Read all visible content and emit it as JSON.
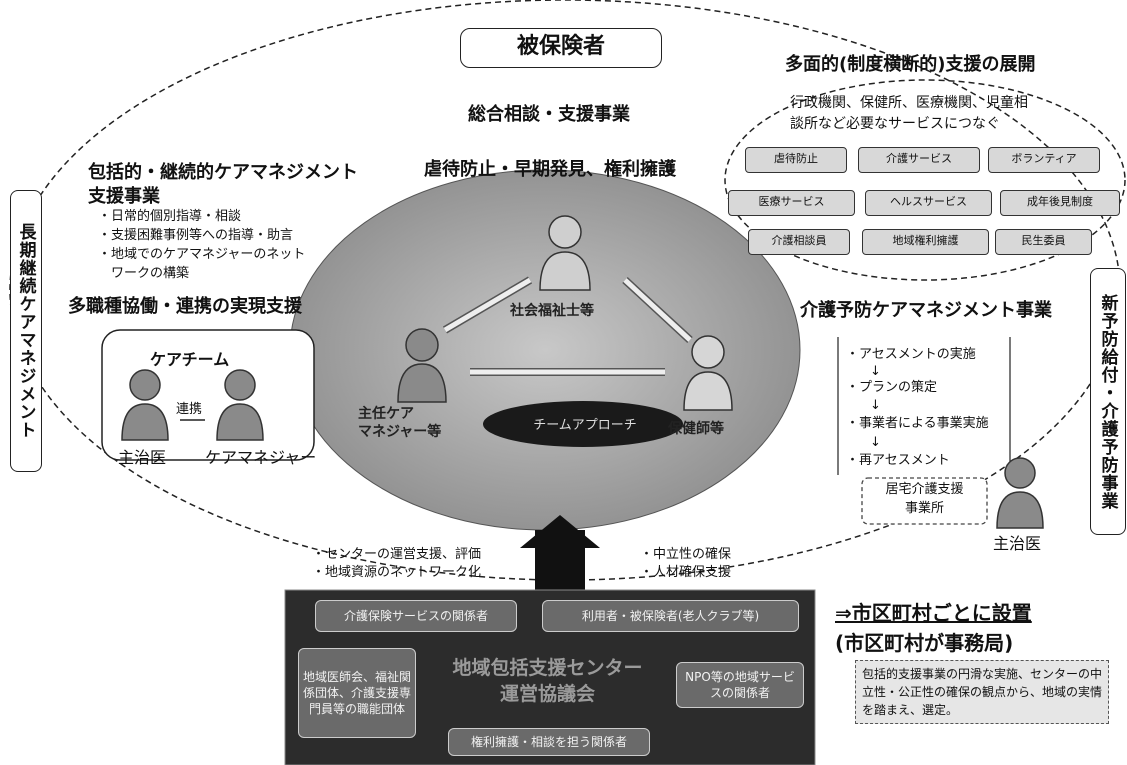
{
  "top_box": "被保険者",
  "center": {
    "consult": "総合相談・支援事業",
    "abuse": "虐待防止・早期発見、権利擁護",
    "social_worker": "社会福祉士等",
    "care_manager": "主任ケア\nマネジャー等",
    "nurse": "保健師等",
    "team": "チームアプローチ"
  },
  "left": {
    "title_line1": "包括的・継続的ケアマネジメント",
    "title_line2": "支援事業",
    "items": [
      "・日常的個別指導・相談",
      "・支援困難事例等への指導・助言",
      "・地域でのケアマネジャーのネット",
      "　ワークの構築"
    ],
    "collab": "多職種協働・連携の実現支援",
    "care_team": "ケアチーム",
    "link": "連携",
    "doctor": "主治医",
    "caremanager": "ケアマネジャー"
  },
  "left_vertical": "長期継続ケアマネジメント",
  "right_vertical": "新予防給付・介護予防事業",
  "top_right": {
    "title": "多面的(制度横断的)支援の展開",
    "desc_line1": "行政機関、保健所、医療機関、児童相",
    "desc_line2": "談所など必要なサービスにつなぐ",
    "services": [
      "虐待防止",
      "介護サービス",
      "ボランティア",
      "医療サービス",
      "ヘルスサービス",
      "成年後見制度",
      "介護相談員",
      "地域権利擁護",
      "民生委員"
    ]
  },
  "prevention": {
    "title": "介護予防ケアマネジメント事業",
    "steps": [
      "・アセスメントの実施",
      "・プランの策定",
      "・事業者による事業実施",
      "・再アセスメント"
    ],
    "arrow": "↓",
    "office": "居宅介護支援\n事業所",
    "doctor": "主治医"
  },
  "support_left": [
    "・センターの運営支援、評価",
    "・地域資源のネットワーク化"
  ],
  "support_right": [
    "・中立性の確保",
    "・人材確保支援"
  ],
  "bottom": {
    "center_title": "地域包括支援センター\n運営協議会",
    "boxes": [
      "介護保険サービスの関係者",
      "利用者・被保険者(老人クラブ等)",
      "地域医師会、福祉関係団体、介護支援専門員等の職能団体",
      "NPO等の地域サービスの関係者",
      "権利擁護・相談を担う関係者"
    ]
  },
  "municipal": {
    "line1": "⇒市区町村ごとに設置",
    "line2": "(市区町村が事務局)",
    "note": "包括的支援事業の円滑な実施、センターの中立性・公正性の確保の観点から、地域の実情を踏まえ、選定。"
  }
}
